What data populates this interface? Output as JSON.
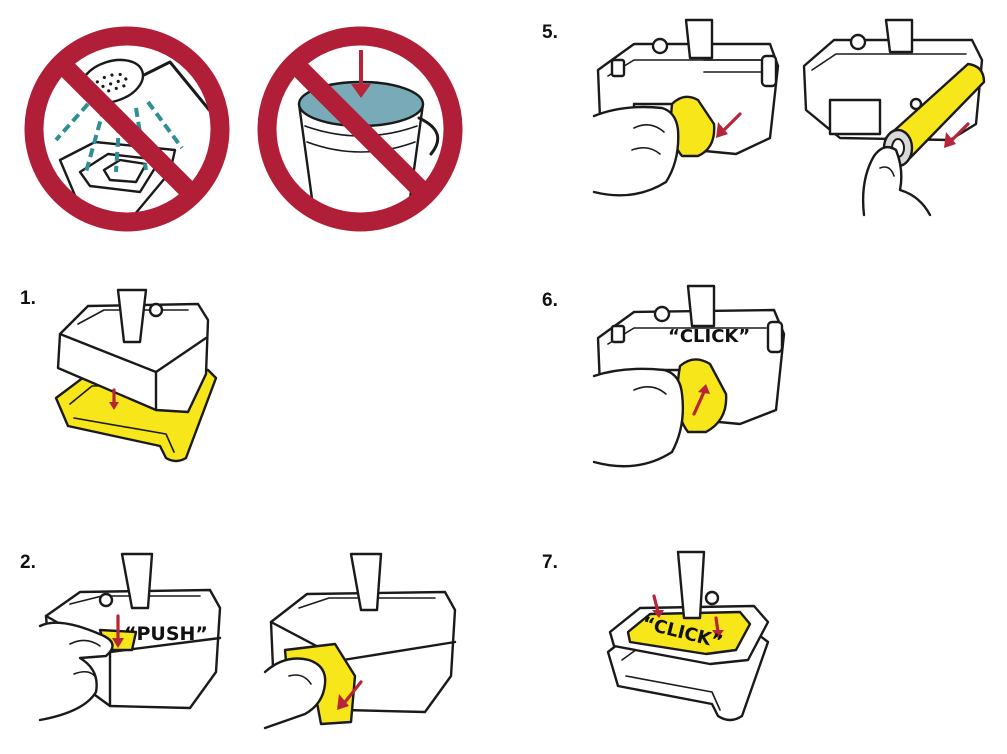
{
  "colors": {
    "accent_yellow": "#f7e61a",
    "arrow_red": "#b8243a",
    "prohibition_red": "#b01f37",
    "water_teal": "#2f8f94",
    "water_fill": "#79aab8",
    "ink": "#1a1a1a"
  },
  "warnings": [
    {
      "icon": "no-rinsing-under-tap-icon"
    },
    {
      "icon": "no-submerging-in-bucket-icon"
    }
  ],
  "steps": [
    {
      "number": "1.",
      "icon": "remove-cleaning-tray-icon",
      "callouts": []
    },
    {
      "number": "2.",
      "icon": "push-release-roller-cover-icon",
      "callouts": [
        "“PUSH”"
      ]
    },
    {
      "number": "5.",
      "icon": "remove-brush-roll-icon",
      "callouts": []
    },
    {
      "number": "6.",
      "icon": "insert-brush-roll-icon",
      "callouts": [
        "“CLICK”"
      ]
    },
    {
      "number": "7.",
      "icon": "refit-cleaning-tray-icon",
      "callouts": [
        "“CLICK”"
      ]
    }
  ]
}
